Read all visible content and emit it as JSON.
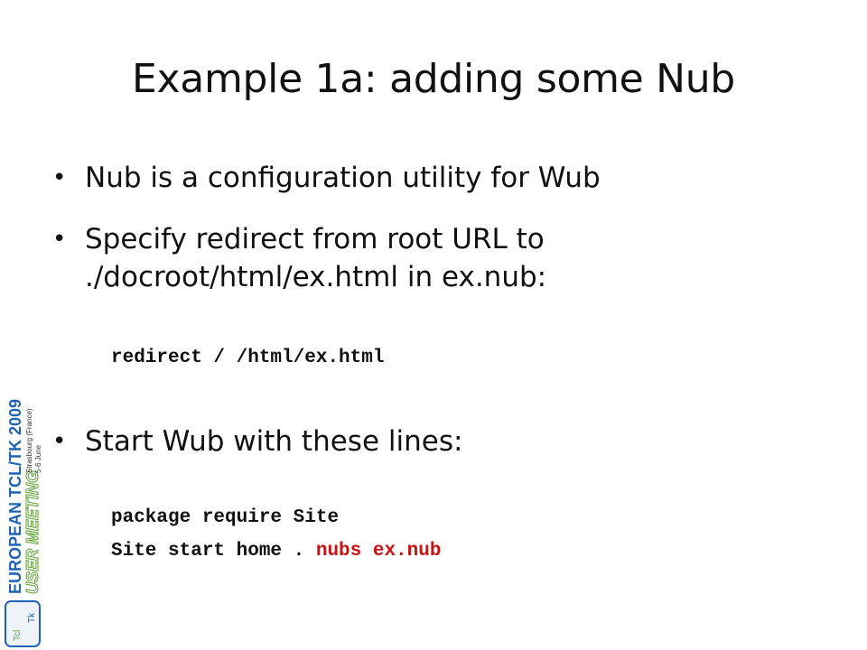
{
  "slide": {
    "title": "Example 1a: adding some Nub",
    "bullets": [
      "Nub is a configuration utility for Wub",
      "Specify redirect from root URL to ./docroot/html/ex.html in ex.nub:",
      "Start Wub with these lines:"
    ],
    "bullet_glyph": "•",
    "code1": "redirect / /html/ex.html",
    "code2_line1": "package require Site",
    "code2_line2_prefix": "Site start home . ",
    "code2_line2_highlight": "nubs ex.nub"
  },
  "logo": {
    "line1": "EUROPEAN TCL/TK 2009",
    "line2": "USER MEETING",
    "place": "Strasbourg (France)",
    "date": "5-6 June",
    "badge_top": "Tcl",
    "badge_bottom": "Tk"
  },
  "colors": {
    "highlight": "#cc1111",
    "logo_green": "#5aa02c",
    "logo_blue": "#1e63b4"
  }
}
